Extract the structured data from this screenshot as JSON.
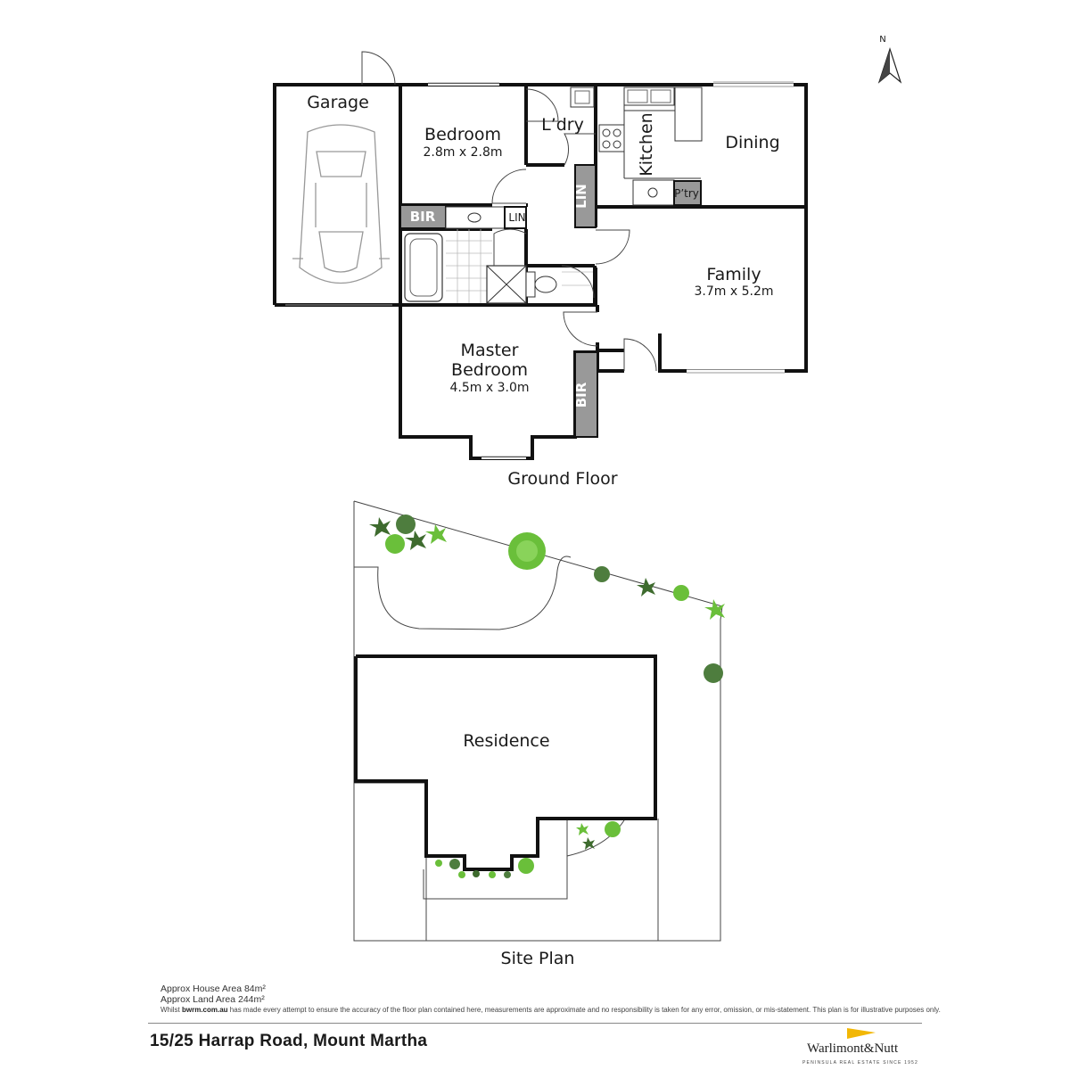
{
  "compass": {
    "label": "N"
  },
  "ground_floor": {
    "caption": "Ground Floor",
    "rooms": {
      "garage": {
        "name": "Garage"
      },
      "bedroom": {
        "name": "Bedroom",
        "size": "2.8m x 2.8m"
      },
      "laundry": {
        "name": "L’dry"
      },
      "kitchen": {
        "name": "Kitchen"
      },
      "dining": {
        "name": "Dining"
      },
      "pantry": {
        "name": "P’try"
      },
      "family": {
        "name": "Family",
        "size": "3.7m x 5.2m"
      },
      "master": {
        "name_line1": "Master",
        "name_line2": "Bedroom",
        "size": "4.5m x 3.0m"
      }
    },
    "storage": {
      "bir_bedroom": "BIR",
      "lin_bath": "LIN",
      "lin_hall": "LIN",
      "bir_master": "BIR"
    }
  },
  "site_plan": {
    "caption": "Site Plan",
    "residence": "Residence"
  },
  "info": {
    "house_area": "Approx House Area 84m²",
    "land_area": "Approx Land Area 244m²",
    "disclaimer_prefix": "Whilst ",
    "disclaimer_site": "bwrm.com.au",
    "disclaimer_rest": " has made every attempt to ensure the accuracy of the floor plan contained here, measurements are approximate and no responsibility is taken for any error, omission, or mis-statement. This plan is for illustrative purposes only."
  },
  "address": "15/25 Harrap Road, Mount Martha",
  "logo": {
    "name": "Warlimont&Nutt",
    "tagline": "PENINSULA REAL ESTATE SINCE 1952",
    "accent_color": "#f2b705"
  },
  "colors": {
    "wall": "#111111",
    "storage_fill": "#999999",
    "tree_light": "#6abf3a",
    "tree_dark": "#4e7d3e"
  }
}
